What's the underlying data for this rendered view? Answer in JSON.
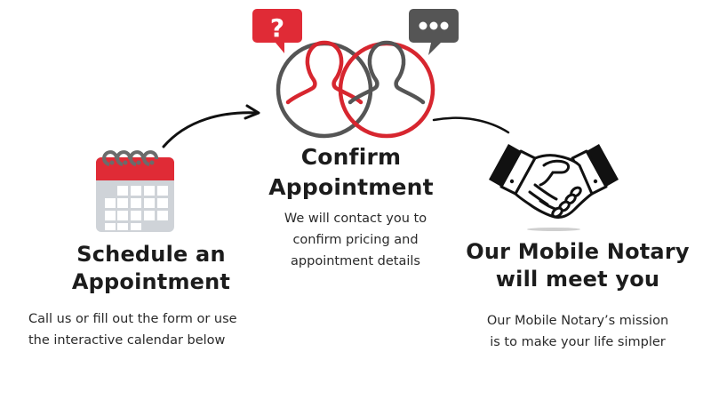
{
  "colors": {
    "accent_red": "#e02b36",
    "dark_gray": "#555555",
    "light_gray": "#cfd3d8",
    "text": "#1c1c1c",
    "background": "#ffffff"
  },
  "steps": [
    {
      "icon": "calendar-icon",
      "title_lines": [
        "Schedule an",
        "Appointment"
      ],
      "desc_lines": [
        "Call us or fill out the form or use",
        "the interactive calendar below"
      ]
    },
    {
      "icon": "people-chat-icon",
      "title_lines": [
        "Confirm",
        "Appointment"
      ],
      "desc_lines": [
        "We will contact you to",
        "confirm pricing and",
        "appointment details"
      ],
      "bubbles": {
        "left": {
          "icon": "question-bubble-icon",
          "glyph": "?"
        },
        "right": {
          "icon": "ellipsis-bubble-icon",
          "glyph": "•••"
        }
      }
    },
    {
      "icon": "handshake-icon",
      "title_lines": [
        "Our Mobile Notary",
        "will meet you"
      ],
      "desc_lines": [
        "Our Mobile Notary’s mission",
        "is to make your life simpler"
      ]
    }
  ],
  "connectors": [
    {
      "name": "arrow-step1-to-step2",
      "style": "curved-arrow"
    },
    {
      "name": "line-step2-to-step3",
      "style": "curved-line"
    }
  ]
}
